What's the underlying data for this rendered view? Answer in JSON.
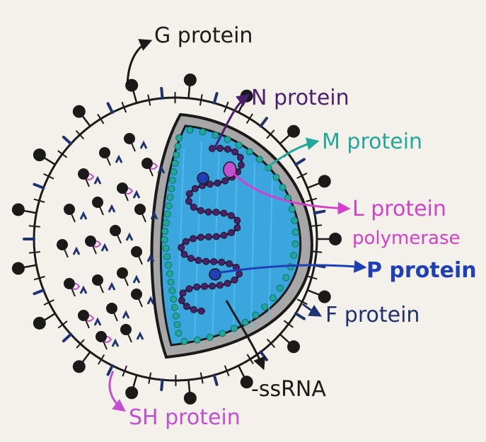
{
  "labels": {
    "g_protein": "G protein",
    "n_protein": "N protein",
    "m_protein": "M protein",
    "l_protein": "L protein",
    "polymerase": "polymerase",
    "p_protein": "P protein",
    "f_protein": "F protein",
    "ss_rna": "-ssRNA",
    "sh_protein": "SH protein"
  },
  "colors": {
    "background": "#f4f1ea",
    "outline": "#1a1a1a",
    "g_protein": "#1a1a1a",
    "n_protein": "#4a1f6e",
    "m_protein": "#21a89a",
    "l_protein": "#d441c9",
    "p_protein": "#1f3fb5",
    "f_protein": "#1f3270",
    "sh_protein": "#c24fcf",
    "interior_blue": "#3aa6dd",
    "shell_gray": "#a7a7a7"
  }
}
